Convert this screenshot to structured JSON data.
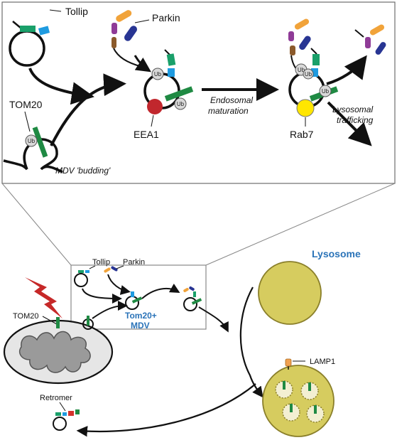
{
  "colors": {
    "tollip_green": "#1aa06a",
    "tollip_blue": "#1f9be0",
    "parkin_orange": "#f1a33a",
    "parkin_purple": "#8f3b97",
    "parkin_brown": "#8b5a2b",
    "parkin_navy": "#283593",
    "tom20_green": "#1f8a43",
    "eea1_red": "#c1272d",
    "rab7_yellow": "#ffe600",
    "ub_grey": "#d9d9d9",
    "lysosome_fill": "#d6cc5f",
    "lysosome_stroke": "#8a7f2a",
    "lamp1_orange": "#f0a050",
    "retromer_red": "#d4322c",
    "lightning_red": "#c62828",
    "mito_outer": "#e6e6e6",
    "mito_inner": "#9a9a9a",
    "label_blue": "#2a73b8"
  },
  "inset": {
    "tollip_label": "Tollip",
    "parkin_label": "Parkin",
    "tom20_label": "TOM20",
    "ub_label": "Ub",
    "eea1_label": "EEA1",
    "rab7_label": "Rab7",
    "mdv_budding_label": "MDV 'budding'",
    "endosomal_maturation_line1": "Endosomal",
    "endosomal_maturation_line2": "maturation",
    "lysosomal_trafficking_line1": "Lysosomal",
    "lysosomal_trafficking_line2": "trafficking"
  },
  "overview": {
    "tollip_label": "Tollip",
    "parkin_label": "Parkin",
    "tom20_label": "TOM20",
    "mdv_label_line1": "Tom20+",
    "mdv_label_line2": "MDV",
    "lysosome_label": "Lysosome",
    "lamp1_label": "LAMP1",
    "retromer_label": "Retromer"
  }
}
